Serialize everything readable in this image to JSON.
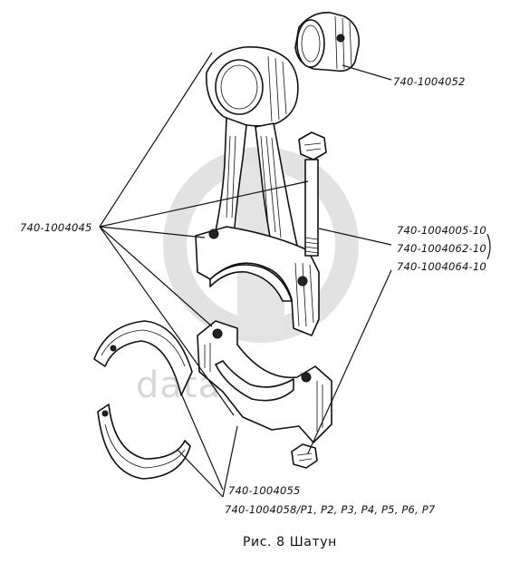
{
  "labels": {
    "bushing": "740-1004052",
    "rod_assembly": "740-1004045",
    "bolt": "740-1004005-10",
    "nut": "740-1004062-10",
    "washer": "740-1004064-10",
    "cap_part": "740-1004055",
    "bearing_shells": "740-1004058/P1, P2, P3, P4, P5, P6, P7"
  },
  "caption": "Рис. 8 Шатун",
  "watermark": "data parts"
}
